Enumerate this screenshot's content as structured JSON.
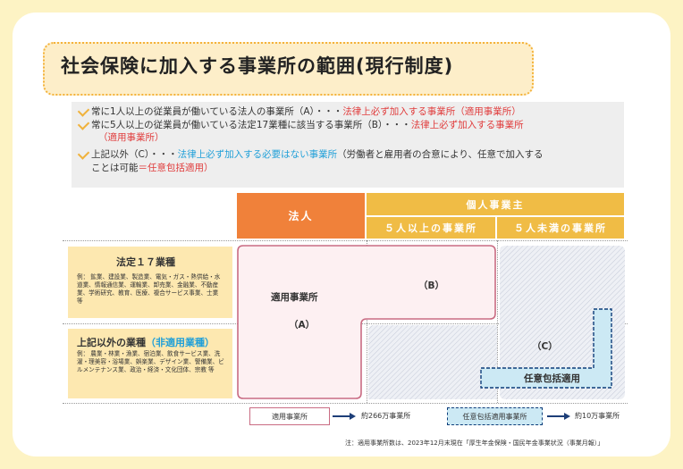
{
  "title": "社会保険に加入する事業所の範囲(現行制度)",
  "bullets": [
    {
      "prefix": "常に1人以上の従業員が働いている法人の事業所（A）",
      "sep": "・・・",
      "em": "法律上必ず加入する事業所（適用事業所）"
    },
    {
      "prefix": "常に5人以上の従業員が働いている法定17業種に該当する事業所（B）",
      "sep": "・・・",
      "em": "法律上必ず加入する事業所",
      "em2": "（適用事業所）"
    },
    {
      "prefix": "上記以外（C）",
      "sep": "・・・",
      "em": "法律上必ず加入する必要はない事業所",
      "rest": "（労働者と雇用者の合意により、任意で加入する",
      "rest2": "ことは可能",
      "em3": "＝任意包括適用）"
    }
  ],
  "headers": {
    "corp": "法人",
    "individual": "個人事業主",
    "five_plus": "５人以上の事業所",
    "under_five": "５人未満の事業所"
  },
  "rows": {
    "legal17": {
      "title": "法定１７業種",
      "desc": "例： 鉱業、建設業、製造業、電気・ガス・熱供給・水道業、情報通信業、運輸業、卸売業、金融業、不動産業、学術研究、教育、医療、複合サービス事業、士業 等"
    },
    "other": {
      "title": "上記以外の業種",
      "title_note": "（非適用業種）",
      "desc": "例： 農業・林業・漁業、宿泊業、飲食サービス業、洗濯・理美容・浴場業、娯楽業、デザイン業、警備業、ビルメンテナンス業、政治・経済・文化団体、宗教 等"
    }
  },
  "regions": {
    "applied": "適用事業所",
    "a": "（A）",
    "b": "（B）",
    "c": "（C）",
    "voluntary": "任意包括適用"
  },
  "legend": {
    "applied_label": "適用事業所",
    "applied_count": "約266万事業所",
    "voluntary_label": "任意包括適用事業所",
    "voluntary_count": "約10万事業所"
  },
  "note": "注：適用事業所数は、2023年12月末現在「厚生年金保険・国民年金事業状況（事業月報）」",
  "colors": {
    "orange": "#f0813a",
    "yellow": "#f0bc45",
    "pink_border": "#c96c83",
    "navy": "#1d3e78",
    "light_blue": "#cce9f4"
  }
}
